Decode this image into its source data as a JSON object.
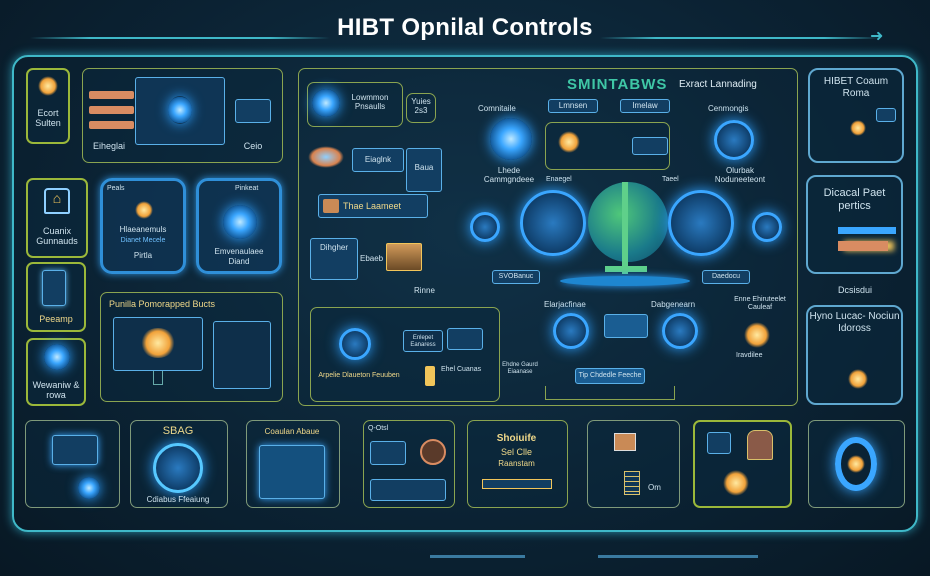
{
  "header": {
    "title": "HIBT Opnilal Controls"
  },
  "left": {
    "tiles": [
      {
        "label": "Ecort Sulten"
      },
      {
        "label": "Cuanix Gunnauds"
      },
      {
        "label": "Peeamp"
      },
      {
        "label": "Wewaniw & rowa"
      }
    ]
  },
  "panel_a": {
    "buttons": [
      "",
      "",
      ""
    ],
    "caption_left": "Eiheglai",
    "caption_right": "Ceio"
  },
  "blue_tiles": [
    {
      "header": "Peals",
      "label": "Hlaeanemuls",
      "sub": "Dianet Mecele",
      "foot": "Pirtla"
    },
    {
      "header": "Pinkeat",
      "label": "Emvenaulaee",
      "sub": "Diand"
    }
  ],
  "panel_b": {
    "title": "Punilla Pomorapped Bucts"
  },
  "middle": {
    "top_label": "Lowmmon Pnsaulls",
    "note": "Yuies 2s3",
    "field1": "Eiaglnk",
    "box": "Baua",
    "strip": "Thae Laameet",
    "box2": "Dihgher",
    "label3": "Ebaeb",
    "label4": "Rinne"
  },
  "lower": {
    "label1": "Arpelie Dlaueton Feuuben",
    "label2": "Enlepet Eanaress",
    "label3": "Ehel Cuanas",
    "label4": "Ehdne Gaurd Eiaanase",
    "bar": "Tip Chdedle Feeche"
  },
  "center": {
    "title": "SMINTABWS",
    "subtitle": "Exract Lannading",
    "tab1": "Lmnsen",
    "tab2": "Imelaw",
    "left_top": "Comnitaile",
    "left_bot": "Lhede Cammgndeee",
    "right_top": "Cenmongis",
    "right_bot": "Olurbak Noduneeteont",
    "mid_l": "Enaegel",
    "mid_r": "Taeel",
    "box_l": "SVOBanuc",
    "box_r": "Daedocu",
    "node1": "Elarjacfinae",
    "node2": "Dabgenearn",
    "node3": "Enne Ehiruteelet Cauleaf",
    "node3_foot": "Iravdilee"
  },
  "right": {
    "tiles": [
      {
        "label": "HIBET Coaum Roma"
      },
      {
        "label": "Dicacal Paet pertics"
      },
      {
        "label": "Hyno Lucac- Nociun Idoross"
      }
    ],
    "between": "Dcsisdui"
  },
  "bottom": {
    "tiles": [
      {
        "label": ""
      },
      {
        "title": "SBAG",
        "label": "Cdiabus Ffeaiung"
      },
      {
        "title": "Coaulan Abaue"
      },
      {
        "title": "Q-Otsl"
      },
      {
        "title": "Shoiuife",
        "line2": "Sel Clle",
        "line3": "Raanstam"
      },
      {
        "label": "Om"
      },
      {
        "label": ""
      },
      {
        "label": ""
      }
    ]
  }
}
